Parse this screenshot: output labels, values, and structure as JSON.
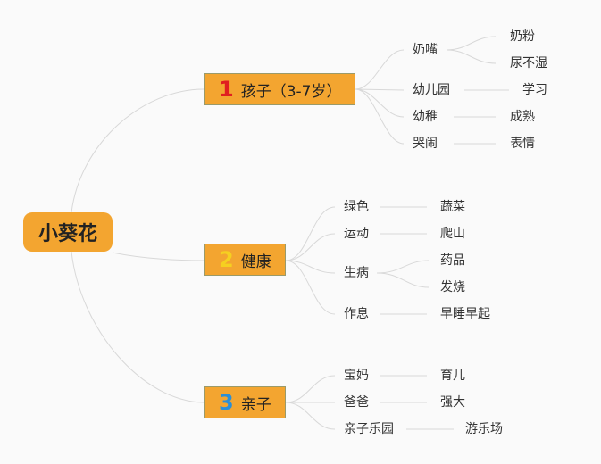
{
  "root": {
    "label": "小葵花"
  },
  "branches": [
    {
      "number": "1",
      "label": "孩子（3-7岁）",
      "children": [
        {
          "label": "奶嘴",
          "children": [
            "奶粉",
            "尿不湿"
          ]
        },
        {
          "label": "幼儿园",
          "children": [
            "学习"
          ]
        },
        {
          "label": "幼稚",
          "children": [
            "成熟"
          ]
        },
        {
          "label": "哭闹",
          "children": [
            "表情"
          ]
        }
      ]
    },
    {
      "number": "2",
      "label": "健康",
      "children": [
        {
          "label": "绿色",
          "children": [
            "蔬菜"
          ]
        },
        {
          "label": "运动",
          "children": [
            "爬山"
          ]
        },
        {
          "label": "生病",
          "children": [
            "药品",
            "发烧"
          ]
        },
        {
          "label": "作息",
          "children": [
            "早睡早起"
          ]
        }
      ]
    },
    {
      "number": "3",
      "label": "亲子",
      "children": [
        {
          "label": "宝妈",
          "children": [
            "育儿"
          ]
        },
        {
          "label": "爸爸",
          "children": [
            "强大"
          ]
        },
        {
          "label": "亲子乐园",
          "children": [
            "游乐场"
          ]
        }
      ]
    }
  ],
  "colors": {
    "node_fill": "#f3a530",
    "number_1": "#e02020",
    "number_2": "#f5d020",
    "number_3": "#2a8fd8",
    "connector": "#d8d8d8"
  }
}
